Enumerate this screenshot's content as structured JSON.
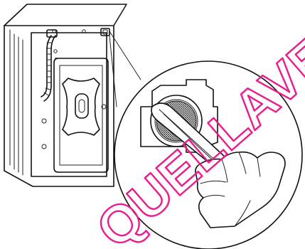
{
  "watermark": {
    "text": "QUELLAVEN",
    "color": "#e81c8c"
  },
  "colors": {
    "line": "#111111",
    "background": "#ffffff",
    "filter_mesh": "#333333"
  },
  "parts": {
    "washing_machine": "washing-machine-rear",
    "drain_hose": "drain-hose",
    "inlet_valve": "water-inlet-valve",
    "filter": "inlet-filter-mesh",
    "tool": "pliers-pulling-filter",
    "hand": "hand-holding-pliers"
  }
}
